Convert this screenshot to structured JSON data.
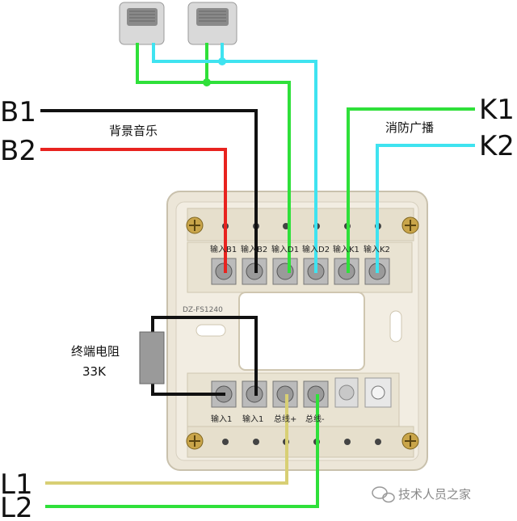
{
  "wire_labels": {
    "b1": "B1",
    "b2": "B2",
    "k1": "K1",
    "k2": "K2",
    "l1": "L1",
    "l2": "L2"
  },
  "captions": {
    "background_music": "背景音乐",
    "fire_broadcast": "消防广播",
    "resistor_line1": "终端电阻",
    "resistor_line2": "33K"
  },
  "module": {
    "model": "DZ-FS1240",
    "top_terminals": [
      "输入B1",
      "输入B2",
      "输入D1",
      "输入D2",
      "输入K1",
      "输入K2"
    ],
    "bottom_terminals": [
      "输入1",
      "输入1",
      "总线+",
      "总线-"
    ]
  },
  "watermark": "技术人员之家",
  "colors": {
    "black_wire": "#111111",
    "red_wire": "#e8231f",
    "green_wire": "#2fe03a",
    "cyan_wire": "#3fe3f0",
    "yellow_wire": "#d8cf74",
    "module_body": "#ece6d8",
    "resistor": "#9a9a9a"
  }
}
